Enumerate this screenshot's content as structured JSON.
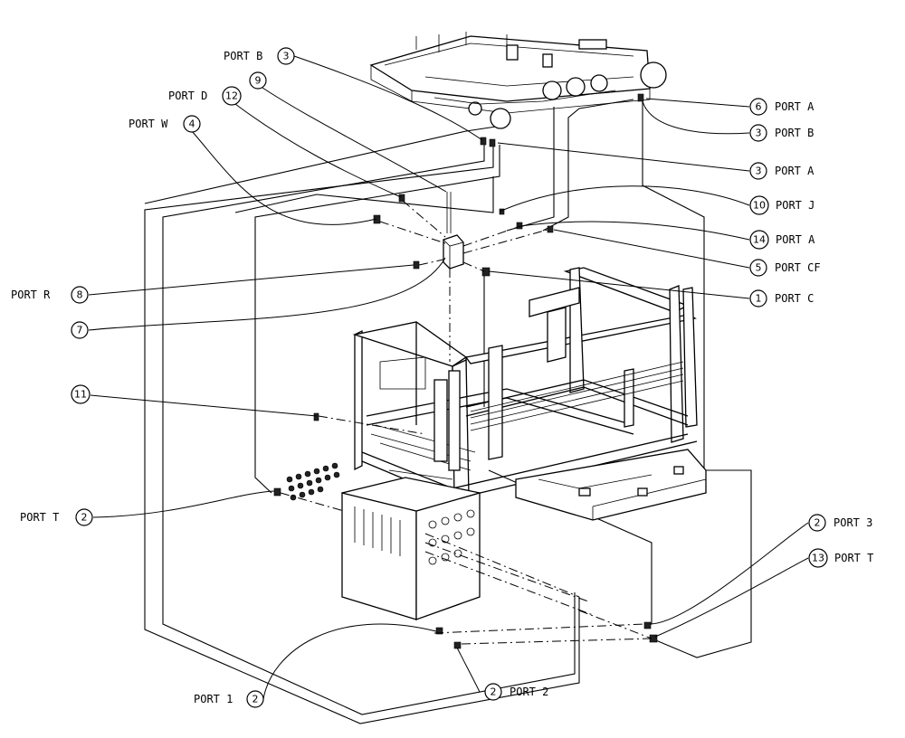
{
  "callouts": [
    {
      "label": "PORT B",
      "number": "3"
    },
    {
      "label": "",
      "number": "9"
    },
    {
      "label": "PORT D",
      "number": "12"
    },
    {
      "label": "PORT W",
      "number": "4"
    },
    {
      "label": "PORT A",
      "number": "6"
    },
    {
      "label": "PORT B",
      "number": "3"
    },
    {
      "label": "PORT A",
      "number": "3"
    },
    {
      "label": "PORT J",
      "number": "10"
    },
    {
      "label": "PORT A",
      "number": "14"
    },
    {
      "label": "PORT CF",
      "number": "5"
    },
    {
      "label": "PORT C",
      "number": "1"
    },
    {
      "label": "PORT R",
      "number": "8"
    },
    {
      "label": "",
      "number": "7"
    },
    {
      "label": "",
      "number": "11"
    },
    {
      "label": "PORT T",
      "number": "2"
    },
    {
      "label": "PORT 3",
      "number": "2"
    },
    {
      "label": "PORT T",
      "number": "13"
    },
    {
      "label": "PORT 1",
      "number": "2"
    },
    {
      "label": "PORT 2",
      "number": "2"
    }
  ]
}
